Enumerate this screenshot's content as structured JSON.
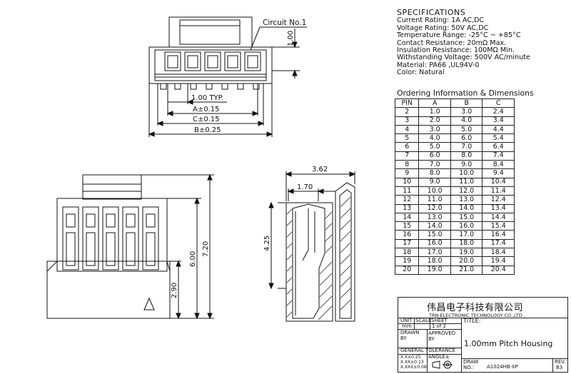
{
  "drawing": {
    "circuit_label": "Circuit No.1",
    "dim_height_top": "1.00",
    "dim_pitch": "1.00 TYP.",
    "dim_a": "A±0.15",
    "dim_c": "C±0.15",
    "dim_b": "B±0.25",
    "dim_side_width": "3.62",
    "dim_side_inner": "1.70",
    "dim_side_height": "4.25",
    "dim_front_720": "7.20",
    "dim_front_600": "6.00",
    "dim_front_290": "2.90"
  },
  "specifications": {
    "title": "SPECIFICATIONS",
    "lines": [
      "Current Rating: 1A AC,DC",
      "Voltage Rating: 50V AC,DC",
      "Temperature Range: -25°C ~ +85°C",
      "Contact Resistance: 20mΩ Max.",
      "Insulation Resistance: 100MΩ Min.",
      "Withstanding Voltage: 500V AC/minute",
      "Material: PA66 ,UL94V-0",
      "Color: Natural"
    ]
  },
  "ordering": {
    "title": "Ordering Information & Dimensions",
    "headers": [
      "PIN",
      "A",
      "B",
      "C"
    ],
    "rows": [
      [
        "2",
        "1.0",
        "3.0",
        "2.4"
      ],
      [
        "3",
        "2.0",
        "4.0",
        "3.4"
      ],
      [
        "4",
        "3.0",
        "5.0",
        "4.4"
      ],
      [
        "5",
        "4.0",
        "6.0",
        "5.4"
      ],
      [
        "6",
        "5.0",
        "7.0",
        "6.4"
      ],
      [
        "7",
        "6.0",
        "8.0",
        "7.4"
      ],
      [
        "8",
        "7.0",
        "9.0",
        "8.4"
      ],
      [
        "9",
        "8.0",
        "10.0",
        "9.4"
      ],
      [
        "10",
        "9.0",
        "11.0",
        "10.4"
      ],
      [
        "11",
        "10.0",
        "12.0",
        "11.4"
      ],
      [
        "12",
        "11.0",
        "13.0",
        "12.4"
      ],
      [
        "13",
        "12.0",
        "14.0",
        "13.4"
      ],
      [
        "14",
        "13.0",
        "15.0",
        "14.4"
      ],
      [
        "15",
        "14.0",
        "16.0",
        "15.4"
      ],
      [
        "16",
        "15.0",
        "17.0",
        "16.4"
      ],
      [
        "17",
        "16.0",
        "18.0",
        "17.4"
      ],
      [
        "18",
        "17.0",
        "19.0",
        "18.4"
      ],
      [
        "19",
        "18.0",
        "20.0",
        "19.4"
      ],
      [
        "20",
        "19.0",
        "21.0",
        "20.4"
      ]
    ]
  },
  "title_block": {
    "company_cn": "伟昌电子科技有限公司",
    "company_en": "TRN ELECTRONIC TECHNOLOGY CO.,LTD",
    "unit_label": "UNIT",
    "unit_value": "mm",
    "scale_label": "SCALE",
    "sheet_label": "SHEET",
    "sheet_value": "1 of 2",
    "title_label": "TITLE:",
    "drawn_by": "DRAWN BY",
    "approved_by": "APPROVED BY",
    "general_tolerance": "GENERAL TOLERANCE",
    "tol_1": "X.X±0.25",
    "tol_2": "X.XX±0.13",
    "tol_3": "X.XXX±0.08",
    "angle": "ANGLE±",
    "doc_title": "1.00mm Pitch Housing",
    "draw_no_label": "DRAW NO.:",
    "draw_no_value": "A1024HB-XP",
    "rev_label": "REV.",
    "rev_value": "B3"
  }
}
